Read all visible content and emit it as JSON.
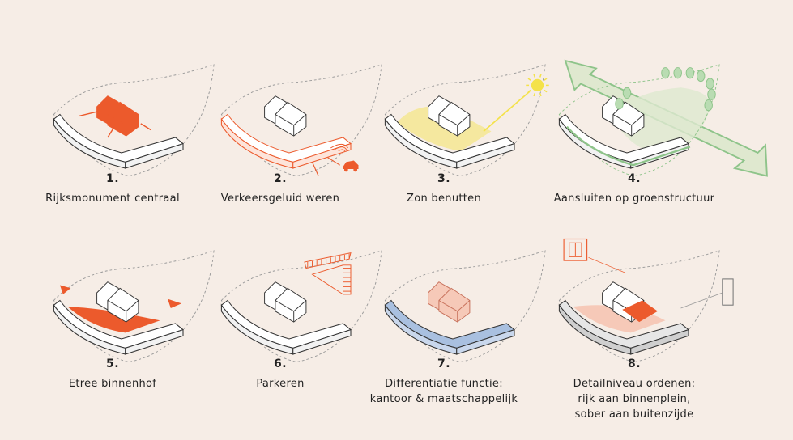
{
  "colors": {
    "background": "#f6ede6",
    "accent_orange": "#ec5a2c",
    "sun_yellow": "#f4e24a",
    "green": "#8ec48a",
    "green_fill": "#dfe8cf",
    "blue": "#a9c0e0",
    "pink": "#f6c9b8",
    "line": "#333333"
  },
  "steps": [
    {
      "number": "1.",
      "lines": [
        "Rijksmonument centraal"
      ],
      "icon": "central-monument-diagram"
    },
    {
      "number": "2.",
      "lines": [
        "Verkeersgeluid weren"
      ],
      "icon": "traffic-noise-diagram"
    },
    {
      "number": "3.",
      "lines": [
        "Zon benutten"
      ],
      "icon": "sun-diagram"
    },
    {
      "number": "4.",
      "lines": [
        "Aansluiten op groenstructuur"
      ],
      "icon": "green-structure-diagram"
    },
    {
      "number": "5.",
      "lines": [
        "Etree binnenhof"
      ],
      "icon": "courtyard-entrance-diagram"
    },
    {
      "number": "6.",
      "lines": [
        "Parkeren"
      ],
      "icon": "parking-diagram"
    },
    {
      "number": "7.",
      "lines": [
        "Differentiatie functie:",
        "kantoor & maatschappelijk"
      ],
      "icon": "function-differentiation-diagram"
    },
    {
      "number": "8.",
      "lines": [
        "Detailniveau ordenen:",
        "rijk aan binnenplein,",
        "sober aan buitenzijde"
      ],
      "icon": "detail-level-diagram"
    }
  ]
}
